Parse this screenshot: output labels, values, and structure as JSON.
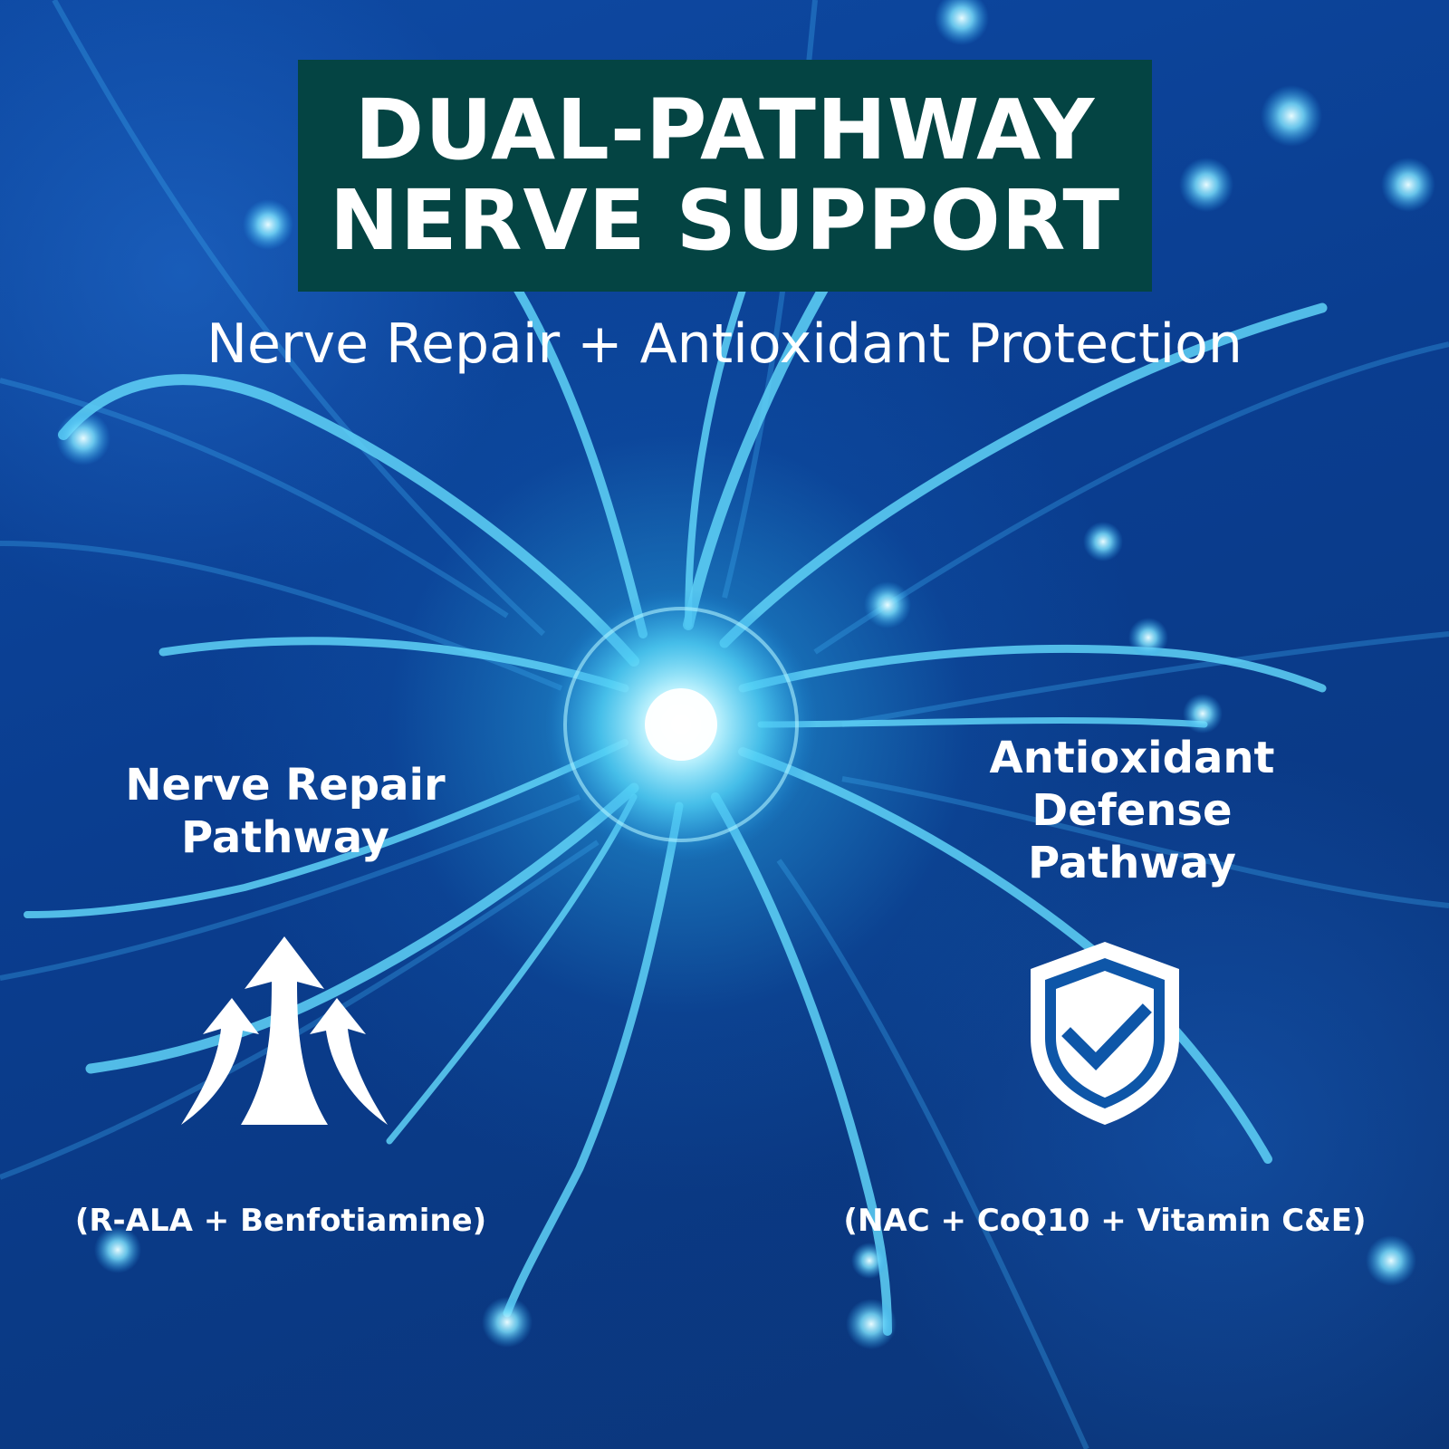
{
  "header": {
    "title_line1": "DUAL-PATHWAY",
    "title_line2": "NERVE SUPPORT",
    "subtitle": "Nerve Repair + Antioxidant Protection"
  },
  "left_pathway": {
    "label_line1": "Nerve Repair",
    "label_line2": "Pathway",
    "icon": "upward-arrows-icon",
    "ingredients": "(R-ALA + Benfotiamine)"
  },
  "right_pathway": {
    "label_line1": "Antioxidant",
    "label_line2": "Defense",
    "label_line3": "Pathway",
    "icon": "shield-check-icon",
    "ingredients": "(NAC + CoQ10 + Vitamin C&E)"
  },
  "colors": {
    "title_box": "#044443",
    "text": "#ffffff",
    "background": "#0b3f8c",
    "neuron_glow": "#6fe0ff"
  }
}
